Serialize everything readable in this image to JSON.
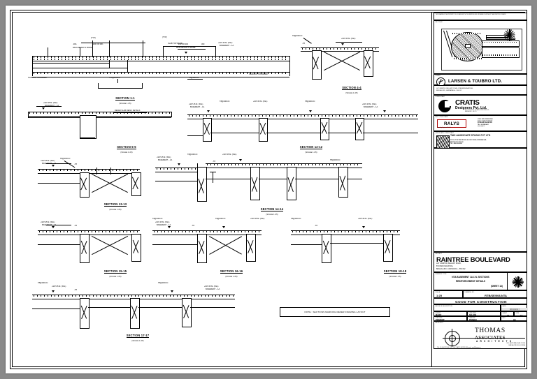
{
  "sheet": {
    "paper_color": "#ffffff",
    "background": "#8a8a8a",
    "note_box": "NOTE : SECTIONS MARKING REFER FRAMING LAYOUT"
  },
  "title_block": {
    "key_plan_label": "KEY PLAN",
    "key_plan_note": "THIS DRAWING IS THE PROPERTY OF L&T AND MUST NOT BE REPRODUCED OR PASSED ON WITHOUT THEIR WRITTEN CONSENT",
    "client_label": "CLIENT",
    "client_name": "LARSEN & TOUBRO LTD.",
    "client_address": "L&T CAMPUS, BELLARY ROAD, BYATARAYANAPURA,\nBENGALURU, KARNATAKA – 560 092",
    "consultant_label": "CONSULTANT",
    "consultant_name": "CRATIS",
    "consultant_sub": "Designers Pvt. Ltd.",
    "consultant_address": "NO.1, 4TH CROSS, 1ST MAIN, DOMLUR LAYOUT,\nBENGALURU – 560 071",
    "mep_label": "MEP CONSULTANT",
    "mep_name": "RALYS",
    "mep_sub": "Consulting Engineers Pvt Ltd",
    "mep_address": "#1220, 14TH CROSS ROAD\nIDEAL HOMES TOWNSHIP\nRR NAGAR, BANGALORE\nTEL : 080 2860 4411\nwww.ralys.in",
    "landscape_label": "LANDSCAPE CONSULTANT",
    "landscape_name": "TAB LANDSCAPE STUDIO PVT LTD",
    "landscape_address": "NO.53, 8TH A MAIN ROAD, HAL 2ND STAGE, INDIRANAGAR,\nBENGALURU 560 008\nTEL : 080 4120 6574",
    "project_label": "PROJECT",
    "project_name": "RAINTREE BOULEVARD",
    "project_address_1": "L&T CAMPUS, BELLARY ROAD,",
    "project_address_2": "BYATARAYANAPURA,",
    "project_address_3": "BENGALURU, KARNATAKA – 560 092",
    "drawing_title_label": "DRAWING TITLE",
    "drawing_title_1": "NTA  BASEMENT 1A LVL SECTIONS",
    "drawing_title_2": "REINFORCEMENT DETAILS",
    "drawing_title_3": "(SHEET 13)",
    "scale_label": "SCALE",
    "scale_value": "1:25",
    "drawing_no_label": "DRAWING NO.",
    "drawing_no_value": "RTB/SE/008-NTA",
    "status_value": "GOOD FOR CONSTRUCTION",
    "revision_label": "REVISION DESCRIPTION",
    "date_label": "DATE",
    "date_value": "06/02/2017",
    "drawn_label": "DRAWN",
    "drawn_value": "MAINY",
    "checked_label": "CHECKED",
    "checked_value": "PRADEEP",
    "approved_label": "APPROVED",
    "approved_value": "SELVAM",
    "designed_label": "DESIGNED",
    "designed_value": "SELVAN",
    "verified_label": "VERIFIED",
    "verified_value": "PRABHU",
    "sheet_label": "SHEET",
    "sheet_value": "13",
    "size_label": "SIZE",
    "size_value": "A2",
    "rev_label": "REV",
    "rev_value": "R0",
    "architect_label": "ARCHITECT",
    "architect_name": "THOMAS",
    "architect_name2": "ASSOCIATES",
    "architect_name3": "A R C H I T E C T S",
    "architect_address": "33/1, KASTURBA ROAD CROSS\nBANGALORE 560 001 INDIA",
    "architect_contact": "TEL : 91 80 4179 1000 / 2221 7502 / FAX 91 80 2299 0090   email : mail@thomas.in"
  },
  "sections": [
    {
      "id": "sec-1-1",
      "title": "SECTION 1-1",
      "scale": "(SCALE 1:25)",
      "labels": [
        "(TYP)",
        "-300-",
        "-240 OR 300-",
        "WHICHEVER IS MORE",
        "SLAB TOP REINF.",
        "(TYP)",
        "240 OR 300",
        "300",
        "WHICHEVER IS MORE",
        "+907.45 M. (SSL)",
        "BASEMENT – 1A",
        "SLAB BOTTOM REINF.",
        "SLAB BOTTOM REINF.",
        "T10@200C/C",
        "T8@200C/C"
      ]
    },
    {
      "id": "sec-4-4",
      "title": "SECTION 4-4",
      "scale": "(SCALE 1:25)",
      "labels": [
        "T8@200C/C",
        "+907.65 M. (SSL)",
        "-T8"
      ]
    },
    {
      "id": "sec-5-5",
      "title": "SECTION 5-5",
      "scale": "(SCALE 1:25)",
      "labels": [
        "+907.45 M. (SSL)",
        "BASEMENT – 1A",
        "REFER SLAB REINF. DETAILS"
      ]
    },
    {
      "id": "sec-12-12",
      "title": "SECTION 12-12",
      "scale": "(SCALE 1:25)",
      "labels": [
        "+907.45 M. (SSL)",
        "BASEMENT – 1A",
        "T8@200C/C",
        "+907.65 M. (SSL)",
        "T8@200C/C",
        "+907.45 M. (SSL)",
        "BASEMENT – 1A"
      ]
    },
    {
      "id": "sec-13-13",
      "title": "SECTION 13-13",
      "scale": "(SCALE 1:25)",
      "labels": [
        "T8@200C/C",
        "+907.45 M. (SSL)",
        "BASEMENT – 1A",
        "-T8"
      ]
    },
    {
      "id": "sec-14-14",
      "title": "SECTION 14-14",
      "scale": "(SCALE 1:25)",
      "labels": [
        "+907.45 M. (SSL)",
        "BASEMENT – 1A",
        "T8@200C/C",
        "+907.65 M. (SSL)",
        "T8@200C/C",
        "-T8"
      ]
    },
    {
      "id": "sec-15-15",
      "title": "SECTION 15-15",
      "scale": "(SCALE 1:25)",
      "labels": [
        "+907.45 M. (SSL)",
        "BASEMENT – 1A",
        "-T8"
      ]
    },
    {
      "id": "sec-16-16",
      "title": "SECTION 16-16",
      "scale": "(SCALE 1:25)",
      "labels": [
        "+907.45 M. (SSL)",
        "BASEMENT – 1A",
        "-T8",
        "T8@200C/C",
        "T8@200C/C",
        "+907.65 M. (SSL)"
      ]
    },
    {
      "id": "sec-18-18",
      "title": "SECTION 18-18",
      "scale": "(SCALE 1:25)",
      "labels": [
        "T8@200C/C",
        "-T8",
        "+907.65 M. (SSL)"
      ]
    },
    {
      "id": "sec-17-17",
      "title": "SECTION 17-17",
      "scale": "(SCALE 1:25)",
      "labels": [
        "T8@200C/C",
        "+907.65 M. (SSL)",
        "-T8",
        "T8@200C/C",
        "+907.65 M. (SSL)",
        "BASEMENT – 1A"
      ]
    }
  ]
}
